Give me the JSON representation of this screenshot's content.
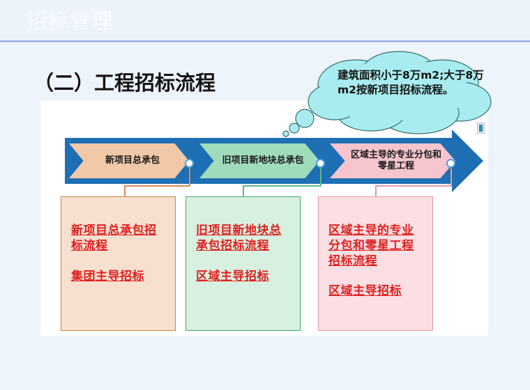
{
  "header": {
    "title": "招标管理"
  },
  "slide": {
    "heading": "（二）工程招标流程"
  },
  "callout": {
    "text": "建筑面积小于8万m2;大于8万m2按新项目招标流程。",
    "fill_color": "#a8ecef",
    "stroke_color": "#2f6f6f"
  },
  "process": {
    "band_color": "#1f6fb5",
    "steps": [
      {
        "label": "新项目总承包",
        "color": "#f2c9a8"
      },
      {
        "label": "旧项目新地块总承包",
        "color": "#9fdcbc"
      },
      {
        "label": "区域主导的专业分包和零星工程",
        "color": "#f6c5cd"
      }
    ]
  },
  "details": [
    {
      "flow": "新项目总承包招标流程",
      "owner": "集团主导招标",
      "fill": "#f8e0d0",
      "border": "#c9853f",
      "text_color": "#e02020"
    },
    {
      "flow": "旧项目新地块总承包招标流程",
      "owner": "区域主导招标",
      "fill": "#d8f0e0",
      "border": "#3faa6e",
      "text_color": "#e02020"
    },
    {
      "flow": "区域主导的专业分包和零星工程招标流程",
      "owner": "区域主导招标",
      "fill": "#fbdfe2",
      "border": "#e79aa4",
      "text_color": "#e02020"
    }
  ]
}
